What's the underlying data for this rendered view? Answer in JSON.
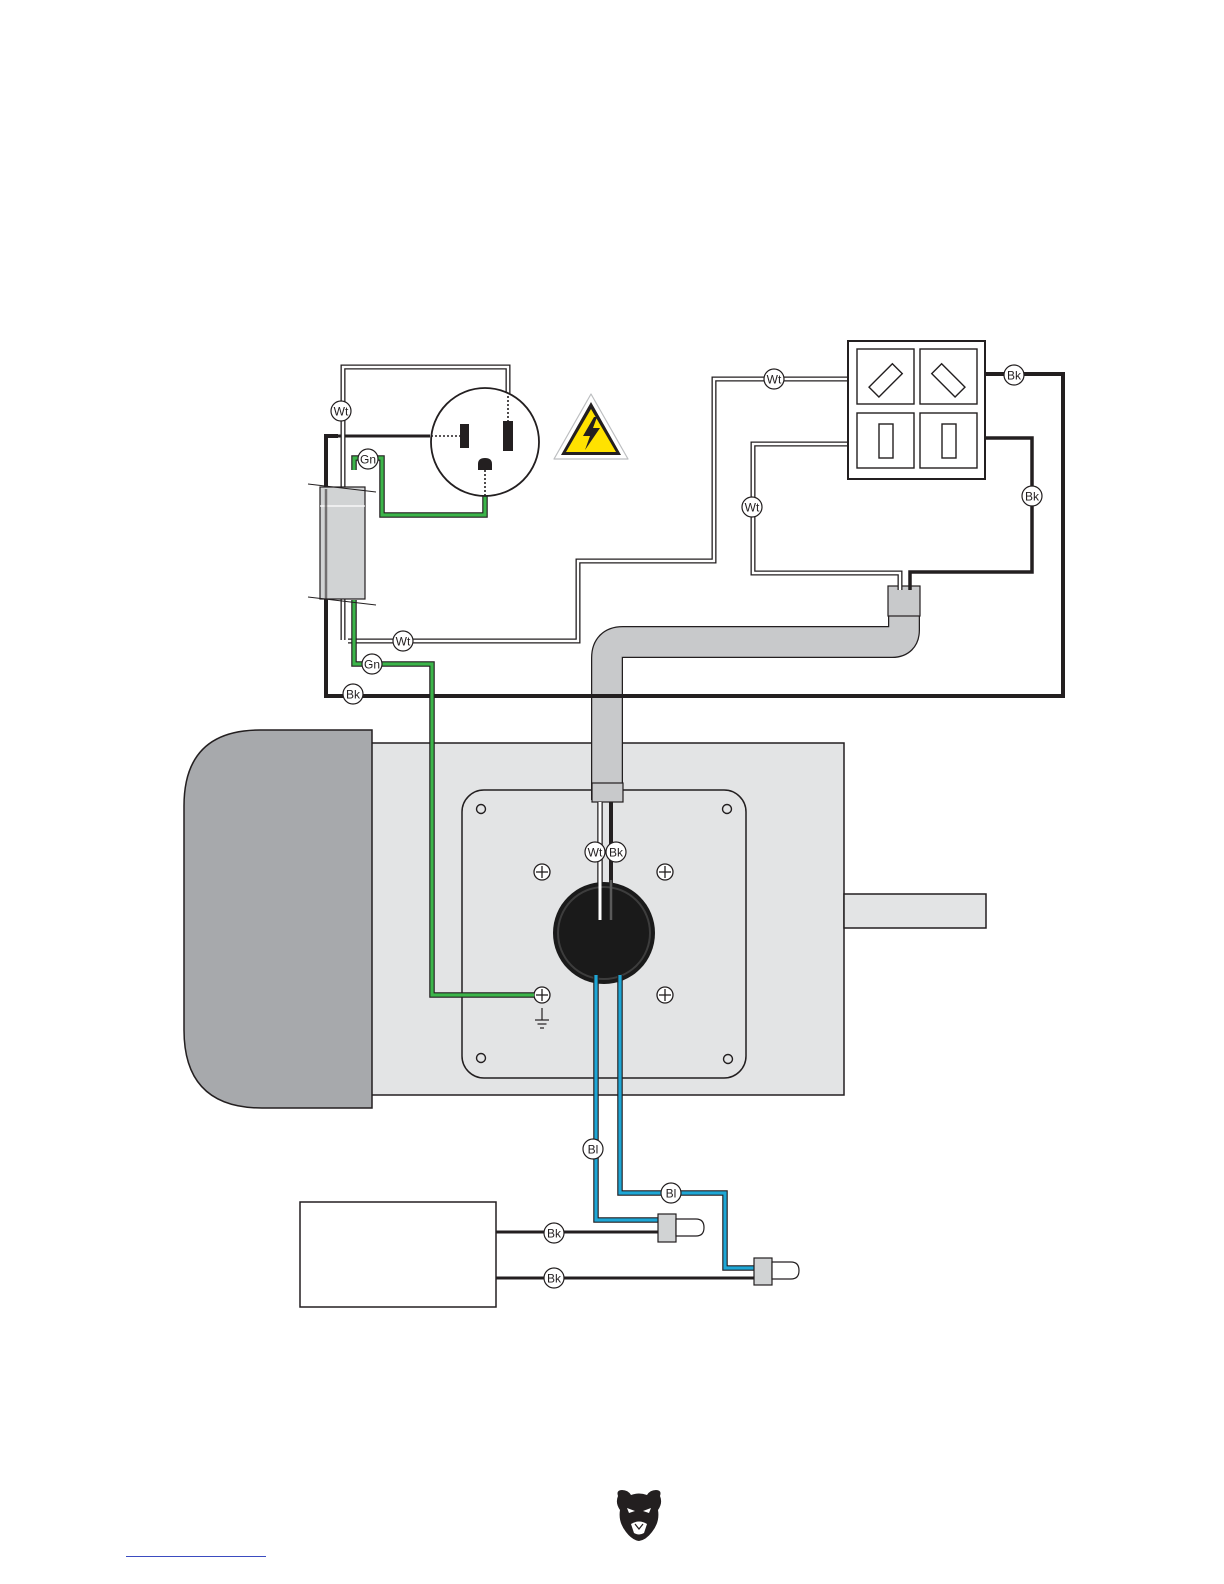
{
  "wire_labels": {
    "white": "Wt",
    "black": "Bk",
    "green": "Gn",
    "blue": "Bl"
  },
  "icons": {
    "warning": "electrical-hazard-warning-icon",
    "ground": "ground-symbol-icon",
    "logo": "bear-head-logo-icon"
  },
  "colors": {
    "black_wire": "#231f20",
    "white_wire": "#ffffff",
    "green_wire": "#3cb54a",
    "blue_wire": "#1ea7d6",
    "conduit": "#c8c9cb",
    "motor_body": "#e3e4e5",
    "motor_fan_cover": "#a7a9ac",
    "junction_hub": "#1a1a1a",
    "hazard_yellow": "#ffe200"
  }
}
